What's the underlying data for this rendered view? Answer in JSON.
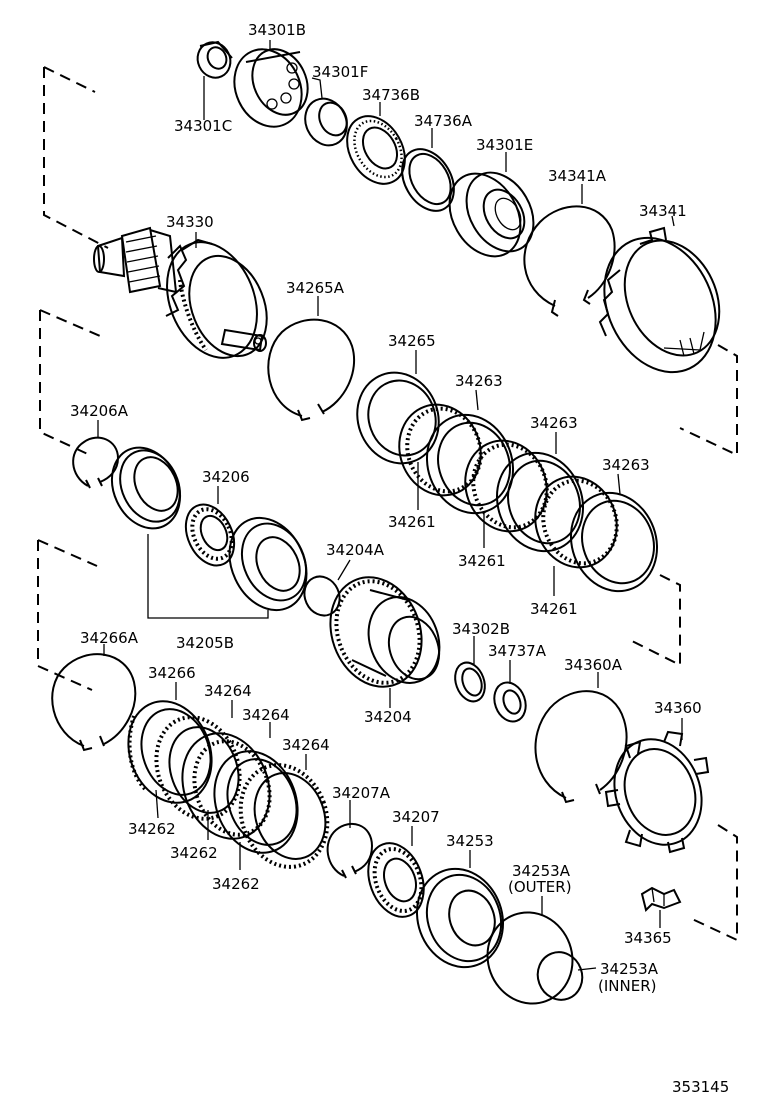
{
  "diagram": {
    "labels": {
      "p34301B": "34301B",
      "p34301F": "34301F",
      "p34301C": "34301C",
      "p34736B": "34736B",
      "p34736A": "34736A",
      "p34301E": "34301E",
      "p34341A": "34341A",
      "p34341": "34341",
      "p34330": "34330",
      "p34265A": "34265A",
      "p34265": "34265",
      "p34263a": "34263",
      "p34263b": "34263",
      "p34263c": "34263",
      "p34206A": "34206A",
      "p34206": "34206",
      "p34261a": "34261",
      "p34261b": "34261",
      "p34261c": "34261",
      "p34204A": "34204A",
      "p34205B": "34205B",
      "p34266A": "34266A",
      "p34266": "34266",
      "p34264a": "34264",
      "p34264b": "34264",
      "p34264c": "34264",
      "p34302B": "34302B",
      "p34737A": "34737A",
      "p34360A": "34360A",
      "p34360": "34360",
      "p34204": "34204",
      "p34207A": "34207A",
      "p34207": "34207",
      "p34253": "34253",
      "p34253A_outer": "34253A",
      "outer_note": "(OUTER)",
      "p34253A_inner": "34253A",
      "inner_note": "(INNER)",
      "p34262a": "34262",
      "p34262b": "34262",
      "p34262c": "34262",
      "p34365": "34365",
      "figure_number": "353145"
    }
  }
}
